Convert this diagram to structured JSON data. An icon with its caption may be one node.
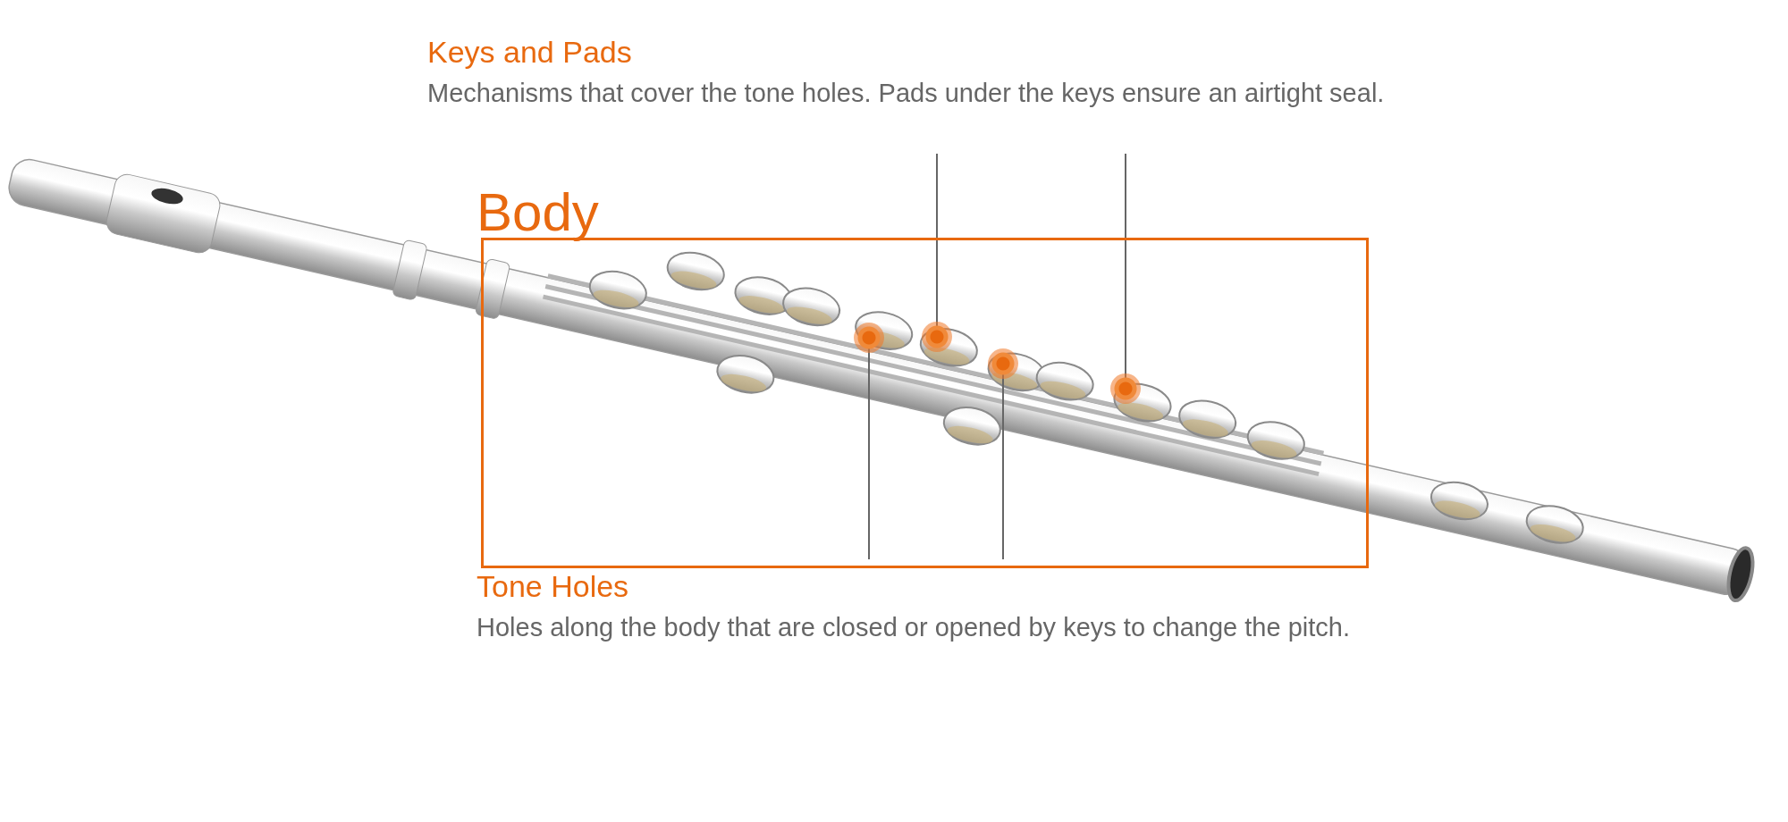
{
  "diagram": {
    "nodes": [
      {
        "text": [
          "Keys and Pads",
          "Mechanisms that cover the tone holes. Pads under the keys ensure an airtight seal."
        ]
      },
      {
        "text": [
          "Body"
        ]
      },
      {
        "text": [],
        "shape": "circle",
        "in": 1
      },
      {
        "text": [],
        "shape": "circle",
        "in": 1
      },
      {
        "text": [],
        "shape": "circle",
        "in": 1
      },
      {
        "text": [],
        "shape": "circle",
        "in": 1
      },
      {
        "text": [
          "Tone Holes",
          "Holes along the body that are closed or opened by keys to change the pitch."
        ]
      }
    ],
    "edges": [
      {
        "from": 0,
        "to": 3,
        "arrow": "none"
      },
      {
        "from": 0,
        "to": 5,
        "arrow": "none"
      },
      {
        "from": 6,
        "to": 2,
        "arrow": "none"
      },
      {
        "from": 6,
        "to": 4,
        "arrow": "none"
      }
    ]
  }
}
